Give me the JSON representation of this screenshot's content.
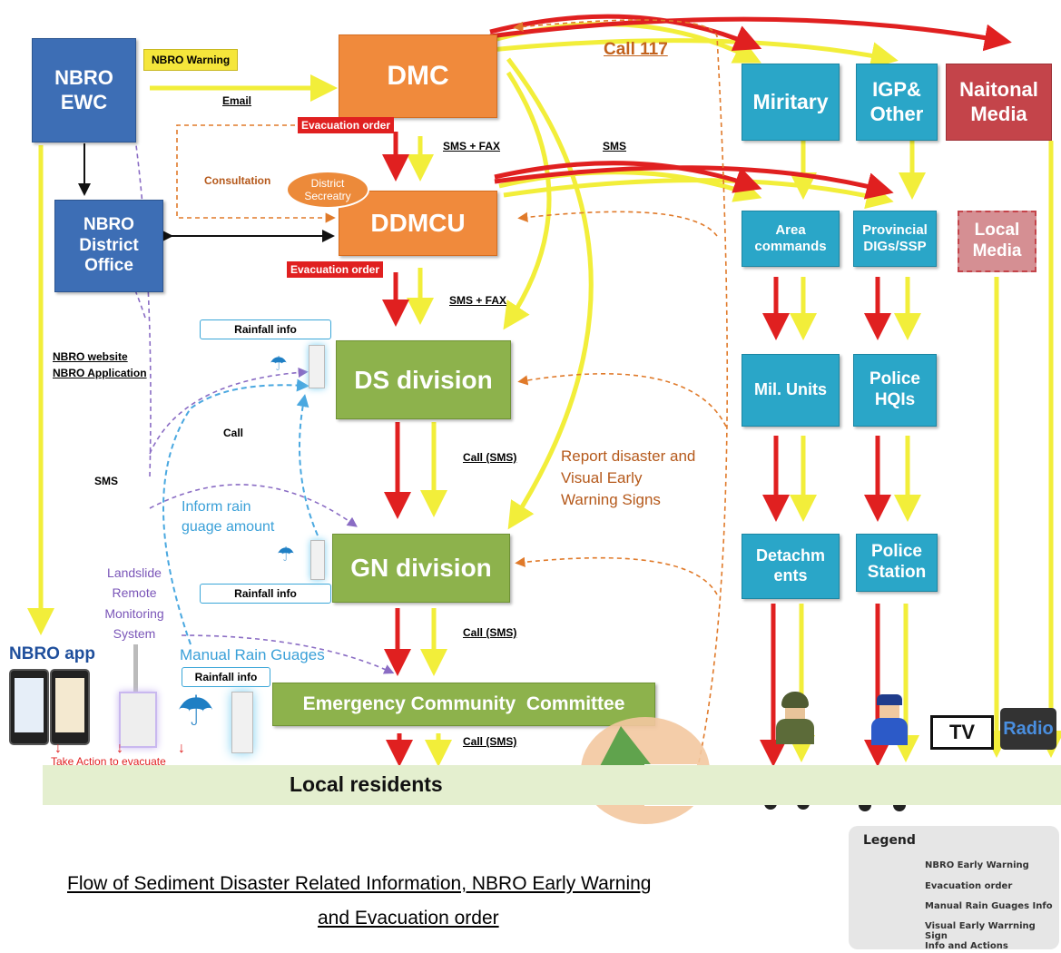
{
  "nodes": {
    "nbro_ewc": "NBRO\nEWC",
    "nbro_district_office": "NBRO\nDistrict\nOffice",
    "dmc": "DMC",
    "ddmcu": "DDMCU",
    "district_secretary": "District\nSecreatry",
    "ds_division": "DS division",
    "gn_division": "GN division",
    "emergency_committee": "Emergency Community  Committee",
    "local_residents": "Local residents",
    "military": "Miritary",
    "igp_other": "IGP&\nOther",
    "national_media": "Naitonal\nMedia",
    "area_commands": "Area\ncommands",
    "provincial_digs": "Provincial\nDIGs/SSP",
    "local_media": "Local\nMedia",
    "mil_units": "Mil. Units",
    "police_hqis": "Police\nHQIs",
    "detachments": "Detachm\nents",
    "police_station": "Police\nStation"
  },
  "labels": {
    "nbro_warning": "NBRO Warning",
    "email": "Email",
    "call_117": "Call 117",
    "evacuation_order_1": "Evacuation order",
    "evacuation_order_2": "Evacuation order",
    "sms_fax_1": "SMS + FAX",
    "sms_fax_2": "SMS + FAX",
    "sms_top": "SMS",
    "consultation": "Consultation",
    "rainfall_info_1": "Rainfall info",
    "rainfall_info_2": "Rainfall info",
    "rainfall_info_3": "Rainfall info",
    "nbro_website": "NBRO website",
    "nbro_application": "NBRO Application",
    "call": "Call",
    "sms_left": "SMS",
    "call_sms_1": "Call (SMS)",
    "call_sms_2": "Call (SMS)",
    "call_sms_3": "Call (SMS)",
    "report_disaster": "Report disaster and\nVisual Early\nWarning Signs",
    "inform_rain": "Inform rain\nguage amount",
    "landslide_monitoring": "Landslide\nRemote\nMonitoring\nSystem",
    "manual_rain": "Manual Rain Guages",
    "nbro_app": "NBRO app",
    "take_action": "Take Action to evacuate",
    "tv": "TV",
    "radio": "Radio"
  },
  "caption": {
    "line1": "Flow of Sediment Disaster Related Information, NBRO Early Warning",
    "line2": "and Evacuation order"
  },
  "legend": {
    "title": "Legend",
    "items": [
      {
        "label": "NBRO Early Warning",
        "color": "#f2ee3a",
        "style": "solid"
      },
      {
        "label": "Evacuation order",
        "color": "#e02020",
        "style": "solid"
      },
      {
        "label": "Manual Rain Guages Info",
        "color": "#4aa8e0",
        "style": "dashed"
      },
      {
        "label": "Visual Early Warrning Sign\nInfo and Actions",
        "color": "#e07a2a",
        "style": "dashed"
      }
    ]
  },
  "colors": {
    "nbro_blue": "#3d6eb5",
    "dmc_orange": "#f08a3c",
    "division_green": "#8db24c",
    "security_teal": "#2aa6c8",
    "media_red": "#c4444a",
    "warning_yellow": "#f2ee3a",
    "evac_red": "#e02020"
  },
  "icons": [
    "umbrella-icon",
    "rain-gauge-icon",
    "phone-app-icon",
    "antenna-icon",
    "soldier-icon",
    "police-icon",
    "military-truck-icon",
    "police-car-icon",
    "tv-icon",
    "radio-icon",
    "landslide-icon"
  ]
}
